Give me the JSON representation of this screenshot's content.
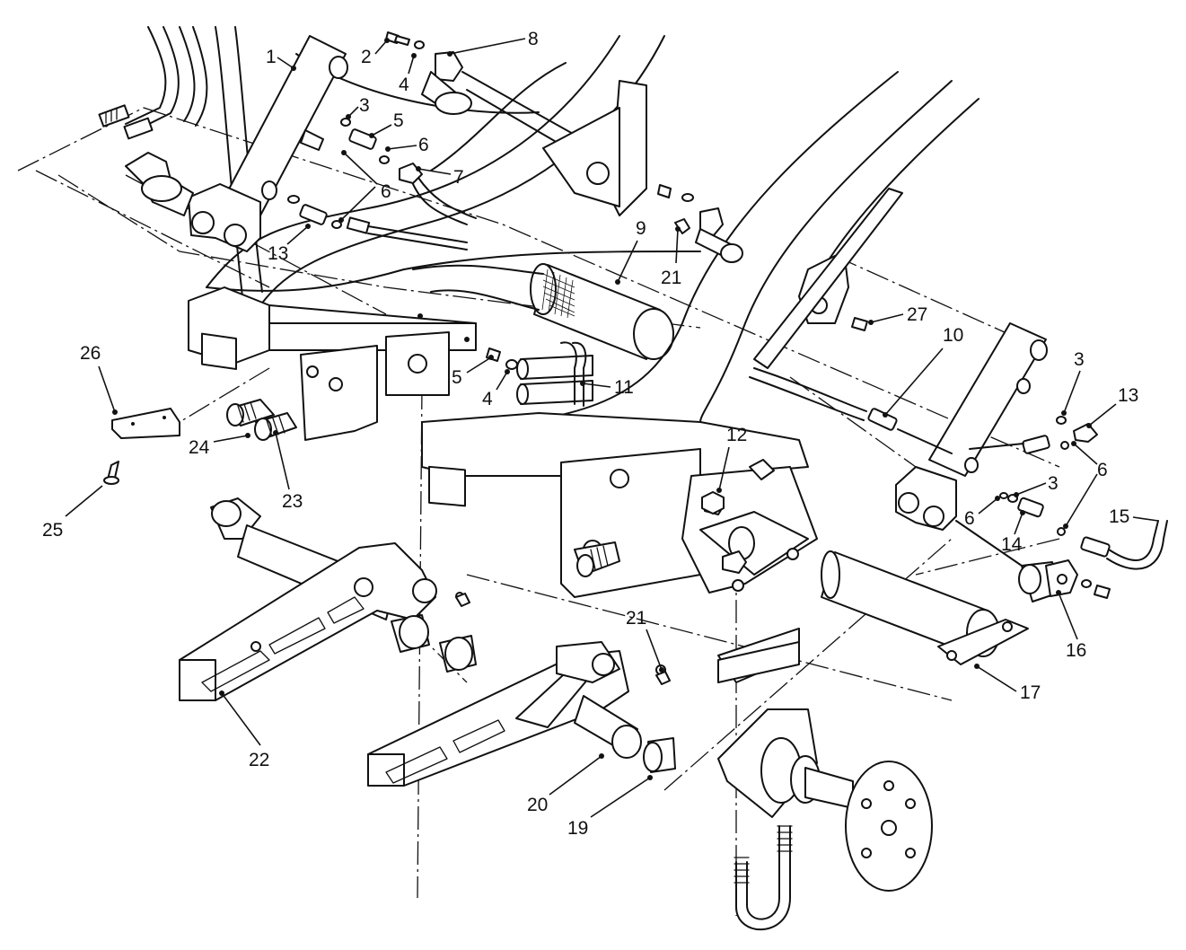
{
  "diagram": {
    "callouts": [
      {
        "id": "c1",
        "label": "1"
      },
      {
        "id": "c2",
        "label": "2"
      },
      {
        "id": "c3a",
        "label": "3"
      },
      {
        "id": "c4a",
        "label": "4"
      },
      {
        "id": "c5a",
        "label": "5"
      },
      {
        "id": "c6a",
        "label": "6"
      },
      {
        "id": "c6b",
        "label": "6"
      },
      {
        "id": "c7",
        "label": "7"
      },
      {
        "id": "c8",
        "label": "8"
      },
      {
        "id": "c9",
        "label": "9"
      },
      {
        "id": "c10",
        "label": "10"
      },
      {
        "id": "c11",
        "label": "11"
      },
      {
        "id": "c12",
        "label": "12"
      },
      {
        "id": "c13a",
        "label": "13"
      },
      {
        "id": "c13b",
        "label": "13"
      },
      {
        "id": "c14",
        "label": "14"
      },
      {
        "id": "c15",
        "label": "15"
      },
      {
        "id": "c16",
        "label": "16"
      },
      {
        "id": "c17",
        "label": "17"
      },
      {
        "id": "c19",
        "label": "19"
      },
      {
        "id": "c20",
        "label": "20"
      },
      {
        "id": "c21a",
        "label": "21"
      },
      {
        "id": "c21b",
        "label": "21"
      },
      {
        "id": "c22",
        "label": "22"
      },
      {
        "id": "c23",
        "label": "23"
      },
      {
        "id": "c24",
        "label": "24"
      },
      {
        "id": "c25",
        "label": "25"
      },
      {
        "id": "c26",
        "label": "26"
      },
      {
        "id": "c27",
        "label": "27"
      },
      {
        "id": "c3b",
        "label": "3"
      },
      {
        "id": "c3c",
        "label": "3"
      },
      {
        "id": "c4b",
        "label": "4"
      },
      {
        "id": "c5b",
        "label": "5"
      },
      {
        "id": "c6c",
        "label": "6"
      },
      {
        "id": "c6d",
        "label": "6"
      }
    ]
  }
}
